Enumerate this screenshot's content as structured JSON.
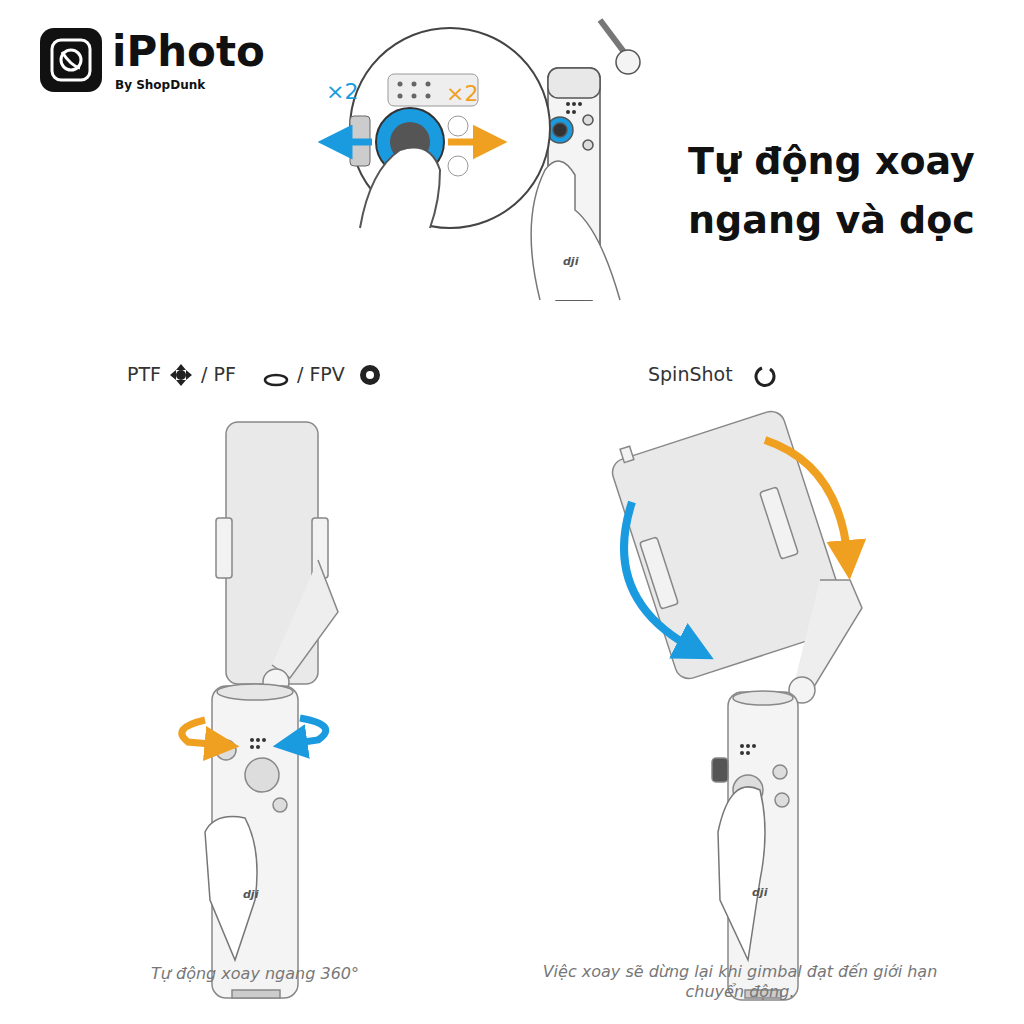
{
  "diagram": {
    "title": "Tự động xoay ngang và dọc",
    "labels": [
      "iPhoto",
      "By ShopDunk",
      "×2",
      "×2",
      "PTF",
      "/ PF",
      "/ FPV",
      "SpinShot",
      "Tự động xoay ngang 360°",
      "Việc xoay sẽ dừng lại khi gimbal đạt đến giới hạn chuyển động.",
      "dji",
      "dji",
      "dji"
    ]
  }
}
